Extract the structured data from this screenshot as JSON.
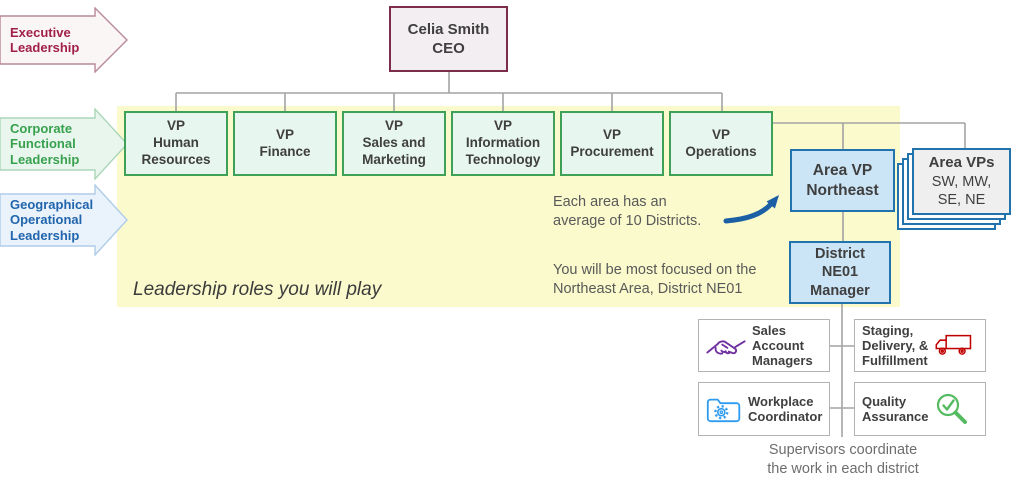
{
  "slide": {
    "caption": "Leadership roles you will play"
  },
  "legend": {
    "arrows": [
      {
        "label": "Executive\nLeadership"
      },
      {
        "label": "Corporate\nFunctional\nLeadership"
      },
      {
        "label": "Geographical\nOperational\nLeadership"
      }
    ]
  },
  "org": {
    "ceo": {
      "label": "Celia Smith\nCEO"
    },
    "vps": [
      {
        "label": "VP\nHuman\nResources"
      },
      {
        "label": "VP\nFinance"
      },
      {
        "label": "VP\nSales and\nMarketing"
      },
      {
        "label": "VP\nInformation\nTechnology"
      },
      {
        "label": "VP\nProcurement"
      },
      {
        "label": "VP\nOperations"
      }
    ],
    "area_vp": {
      "label": "Area VP\nNortheast"
    },
    "area_vps_stack": {
      "title": "Area VPs",
      "subtitle": "SW, MW,\nSE, NE"
    },
    "district_manager": {
      "label": "District\nNE01\nManager"
    },
    "district_roles": [
      {
        "label": "Sales\nAccount\nManagers",
        "icon": "handshake-icon",
        "icon_color": "#7030a0"
      },
      {
        "label": "Staging,\nDelivery, &\nFulfillment",
        "icon": "truck-icon",
        "icon_color": "#c00000"
      },
      {
        "label": "Workplace\nCoordinator",
        "icon": "folder-gear-icon",
        "icon_color": "#2e9bf0"
      },
      {
        "label": "Quality\nAssurance",
        "icon": "magnifier-check-icon",
        "icon_color": "#55bb61"
      }
    ]
  },
  "annotations": {
    "districts_note": "Each area has an\naverage of 10 Districts.",
    "focus_note": "You will be most focused on the\nNortheast Area, District NE01",
    "supervisors_note": "Supervisors coordinate\nthe work in each district"
  },
  "colors": {
    "highlight_yellow": "#fafacd",
    "executive_accent": "#a12049",
    "corporate_accent": "#38a14e",
    "geographic_accent": "#2065ad",
    "vp_box_border": "#3fa057",
    "ceo_box_border": "#7b2d4b",
    "blue_box_border": "#2173ae",
    "connector_gray": "#a3a3a3",
    "note_gray": "#595959",
    "arrow_blue": "#1b5fa5"
  }
}
